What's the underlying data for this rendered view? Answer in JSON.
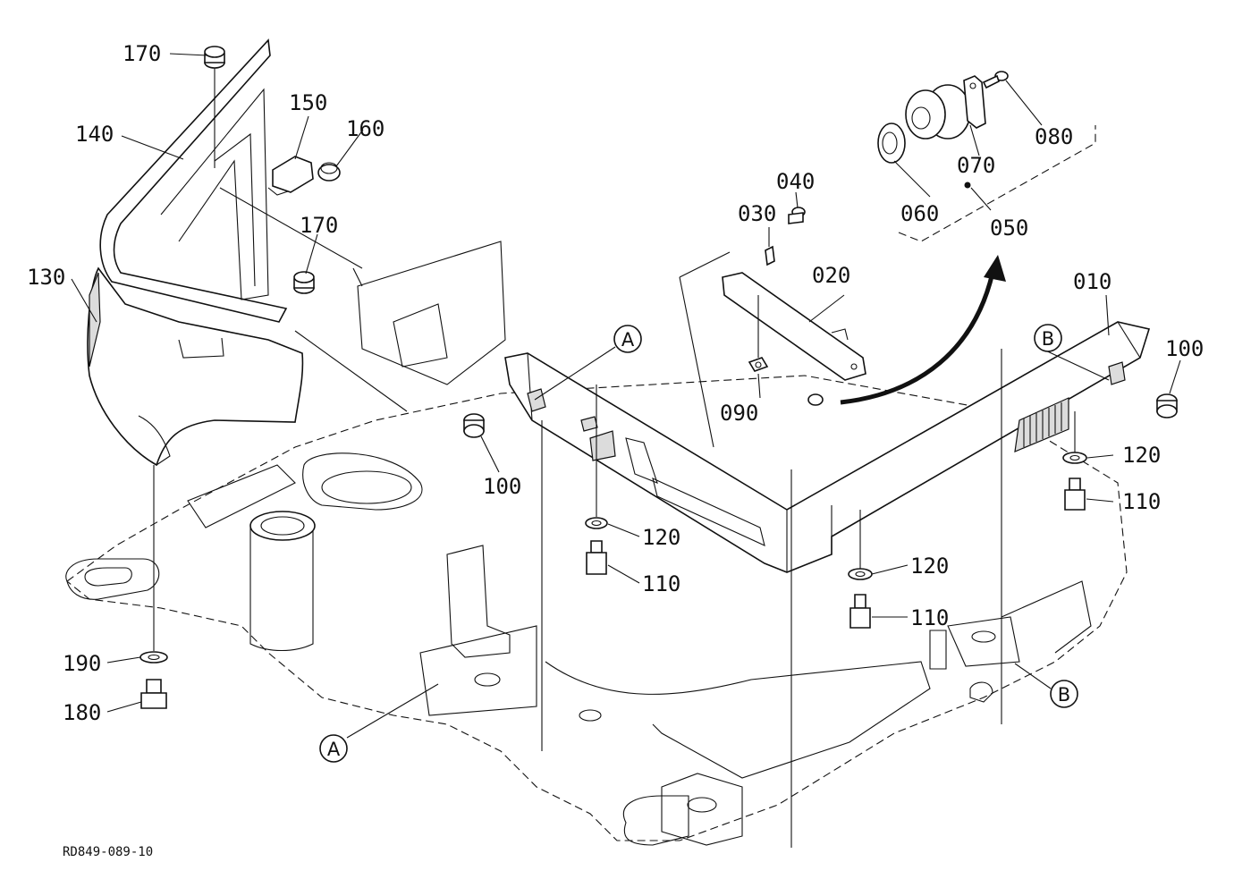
{
  "ref_code": "RD849-089-10",
  "callouts": {
    "A": "A",
    "B": "B"
  },
  "parts": [
    {
      "no": "010"
    },
    {
      "no": "020"
    },
    {
      "no": "030"
    },
    {
      "no": "040"
    },
    {
      "no": "050"
    },
    {
      "no": "060"
    },
    {
      "no": "070"
    },
    {
      "no": "080"
    },
    {
      "no": "090"
    },
    {
      "no": "100"
    },
    {
      "no": "110"
    },
    {
      "no": "120"
    },
    {
      "no": "130"
    },
    {
      "no": "140"
    },
    {
      "no": "150"
    },
    {
      "no": "160"
    },
    {
      "no": "170"
    },
    {
      "no": "180"
    },
    {
      "no": "190"
    }
  ]
}
